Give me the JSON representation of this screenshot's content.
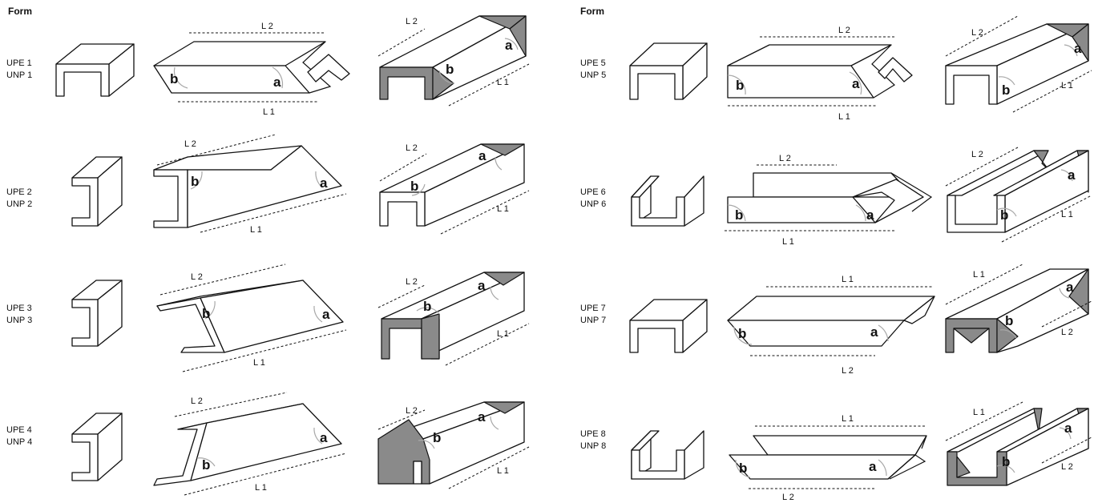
{
  "headers": {
    "left": "Form",
    "right": "Form"
  },
  "rows": [
    {
      "id": 1,
      "l1": "UPE 1",
      "l2": "UNP 1",
      "dim_first": "L 2",
      "dim_second": "L 1",
      "ang_a": "a",
      "ang_b": "b"
    },
    {
      "id": 2,
      "l1": "UPE 2",
      "l2": "UNP 2",
      "dim_first": "L 2",
      "dim_second": "L 1",
      "ang_a": "a",
      "ang_b": "b"
    },
    {
      "id": 3,
      "l1": "UPE 3",
      "l2": "UNP 3",
      "dim_first": "L 2",
      "dim_second": "L 1",
      "ang_a": "a",
      "ang_b": "b"
    },
    {
      "id": 4,
      "l1": "UPE 4",
      "l2": "UNP 4",
      "dim_first": "L 2",
      "dim_second": "L 1",
      "ang_a": "a",
      "ang_b": "b"
    },
    {
      "id": 5,
      "l1": "UPE 5",
      "l2": "UNP 5",
      "dim_first": "L 2",
      "dim_second": "L 1",
      "ang_a": "a",
      "ang_b": "b"
    },
    {
      "id": 6,
      "l1": "UPE 6",
      "l2": "UNP 6",
      "dim_first": "L 2",
      "dim_second": "L 1",
      "ang_a": "a",
      "ang_b": "b"
    },
    {
      "id": 7,
      "l1": "UPE 7",
      "l2": "UNP 7",
      "dim_first": "L 1",
      "dim_second": "L 2",
      "ang_a": "a",
      "ang_b": "b"
    },
    {
      "id": 8,
      "l1": "UPE 8",
      "l2": "UNP 8",
      "dim_first": "L 1",
      "dim_second": "L 2",
      "ang_a": "a",
      "ang_b": "b"
    }
  ]
}
